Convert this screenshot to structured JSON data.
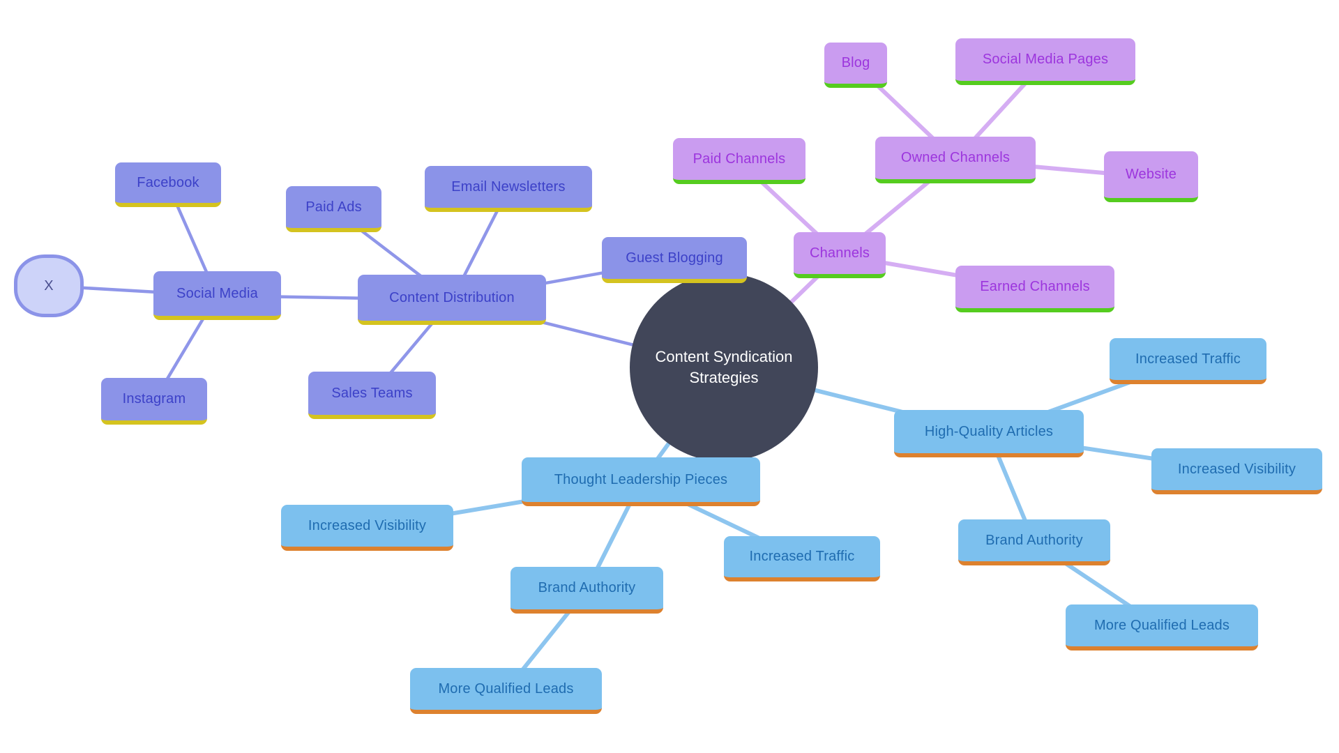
{
  "diagram_title": "Content Syndication Strategies",
  "colors": {
    "background": "#ffffff",
    "center_fill": "#414659",
    "center_text": "#ffffff",
    "indigo_fill": "#8b93e8",
    "indigo_text": "#3c41c8",
    "indigo_underline": "#d4c31f",
    "indigo_edge": "#8f96e9",
    "x_fill": "#cdd3f9",
    "x_text": "#4a4f8f",
    "violet_fill": "#ca9cf0",
    "violet_text": "#9c35dd",
    "violet_underline": "#55cc1f",
    "violet_edge": "#d5adf3",
    "blue_fill": "#7cc0ee",
    "blue_text": "#1f6cb0",
    "blue_underline": "#dd812e",
    "blue_edge": "#8dc5ef"
  },
  "nodes": [
    {
      "id": "center",
      "label": "Content Syndication Strategies",
      "family": "center"
    },
    {
      "id": "content-distribution",
      "label": "Content Distribution",
      "family": "indigo"
    },
    {
      "id": "paid-ads",
      "label": "Paid Ads",
      "family": "indigo"
    },
    {
      "id": "email-newsletters",
      "label": "Email Newsletters",
      "family": "indigo"
    },
    {
      "id": "guest-blogging",
      "label": "Guest Blogging",
      "family": "indigo"
    },
    {
      "id": "sales-teams",
      "label": "Sales Teams",
      "family": "indigo"
    },
    {
      "id": "social-media",
      "label": "Social Media",
      "family": "indigo"
    },
    {
      "id": "facebook",
      "label": "Facebook",
      "family": "indigo"
    },
    {
      "id": "instagram",
      "label": "Instagram",
      "family": "indigo"
    },
    {
      "id": "x",
      "label": "X",
      "family": "indigo"
    },
    {
      "id": "channels",
      "label": "Channels",
      "family": "violet"
    },
    {
      "id": "paid-channels",
      "label": "Paid Channels",
      "family": "violet"
    },
    {
      "id": "owned-channels",
      "label": "Owned Channels",
      "family": "violet"
    },
    {
      "id": "earned-channels",
      "label": "Earned Channels",
      "family": "violet"
    },
    {
      "id": "blog",
      "label": "Blog",
      "family": "violet"
    },
    {
      "id": "social-media-pages",
      "label": "Social Media Pages",
      "family": "violet"
    },
    {
      "id": "website",
      "label": "Website",
      "family": "violet"
    },
    {
      "id": "high-quality-articles",
      "label": "High-Quality Articles",
      "family": "blue"
    },
    {
      "id": "increased-traffic-right",
      "label": "Increased Traffic",
      "family": "blue"
    },
    {
      "id": "increased-visibility-right",
      "label": "Increased Visibility",
      "family": "blue"
    },
    {
      "id": "brand-authority-right",
      "label": "Brand Authority",
      "family": "blue"
    },
    {
      "id": "more-qualified-leads-right",
      "label": "More Qualified Leads",
      "family": "blue"
    },
    {
      "id": "thought-leadership-pieces",
      "label": "Thought Leadership Pieces",
      "family": "blue"
    },
    {
      "id": "increased-visibility-bottom",
      "label": "Increased Visibility",
      "family": "blue"
    },
    {
      "id": "increased-traffic-bottom",
      "label": "Increased Traffic",
      "family": "blue"
    },
    {
      "id": "brand-authority-bottom",
      "label": "Brand Authority",
      "family": "blue"
    },
    {
      "id": "more-qualified-leads-bottom",
      "label": "More Qualified Leads",
      "family": "blue"
    }
  ],
  "edges": [
    {
      "from": "center",
      "to": "content-distribution"
    },
    {
      "from": "content-distribution",
      "to": "paid-ads"
    },
    {
      "from": "content-distribution",
      "to": "email-newsletters"
    },
    {
      "from": "content-distribution",
      "to": "guest-blogging"
    },
    {
      "from": "content-distribution",
      "to": "sales-teams"
    },
    {
      "from": "content-distribution",
      "to": "social-media"
    },
    {
      "from": "social-media",
      "to": "facebook"
    },
    {
      "from": "social-media",
      "to": "instagram"
    },
    {
      "from": "social-media",
      "to": "x"
    },
    {
      "from": "center",
      "to": "channels"
    },
    {
      "from": "channels",
      "to": "paid-channels"
    },
    {
      "from": "channels",
      "to": "owned-channels"
    },
    {
      "from": "channels",
      "to": "earned-channels"
    },
    {
      "from": "owned-channels",
      "to": "blog"
    },
    {
      "from": "owned-channels",
      "to": "social-media-pages"
    },
    {
      "from": "owned-channels",
      "to": "website"
    },
    {
      "from": "center",
      "to": "high-quality-articles"
    },
    {
      "from": "high-quality-articles",
      "to": "increased-traffic-right"
    },
    {
      "from": "high-quality-articles",
      "to": "increased-visibility-right"
    },
    {
      "from": "high-quality-articles",
      "to": "brand-authority-right"
    },
    {
      "from": "brand-authority-right",
      "to": "more-qualified-leads-right"
    },
    {
      "from": "center",
      "to": "thought-leadership-pieces"
    },
    {
      "from": "thought-leadership-pieces",
      "to": "increased-visibility-bottom"
    },
    {
      "from": "thought-leadership-pieces",
      "to": "increased-traffic-bottom"
    },
    {
      "from": "thought-leadership-pieces",
      "to": "brand-authority-bottom"
    },
    {
      "from": "brand-authority-bottom",
      "to": "more-qualified-leads-bottom"
    }
  ]
}
